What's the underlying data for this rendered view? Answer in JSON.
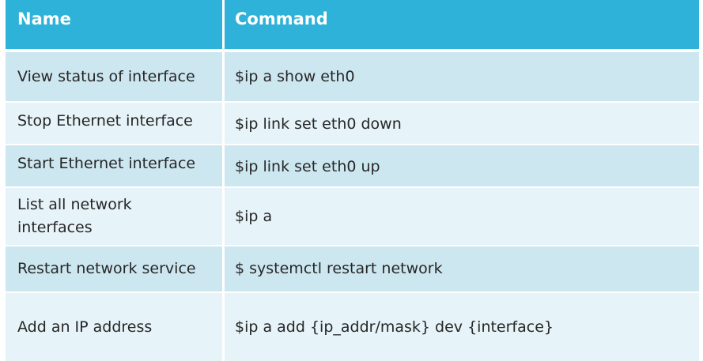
{
  "table": {
    "headers": {
      "name": "Name",
      "command": "Command"
    },
    "rows": [
      {
        "name": "View status of interface",
        "command": "$ip a show eth0"
      },
      {
        "name": "Stop Ethernet interface",
        "command": "$ip link set eth0 down"
      },
      {
        "name": "Start Ethernet interface",
        "command": "$ip link set eth0 up"
      },
      {
        "name": "List all network interfaces",
        "command": "$ip a"
      },
      {
        "name": "Restart network service",
        "command": "$ systemctl restart network"
      },
      {
        "name": "Add an IP address",
        "command": "$ip a add {ip_addr/mask} dev {interface}"
      }
    ]
  },
  "colors": {
    "header_background": "#2fb2d9",
    "row_dark": "#cde7f1",
    "row_light": "#e6f3f8"
  }
}
